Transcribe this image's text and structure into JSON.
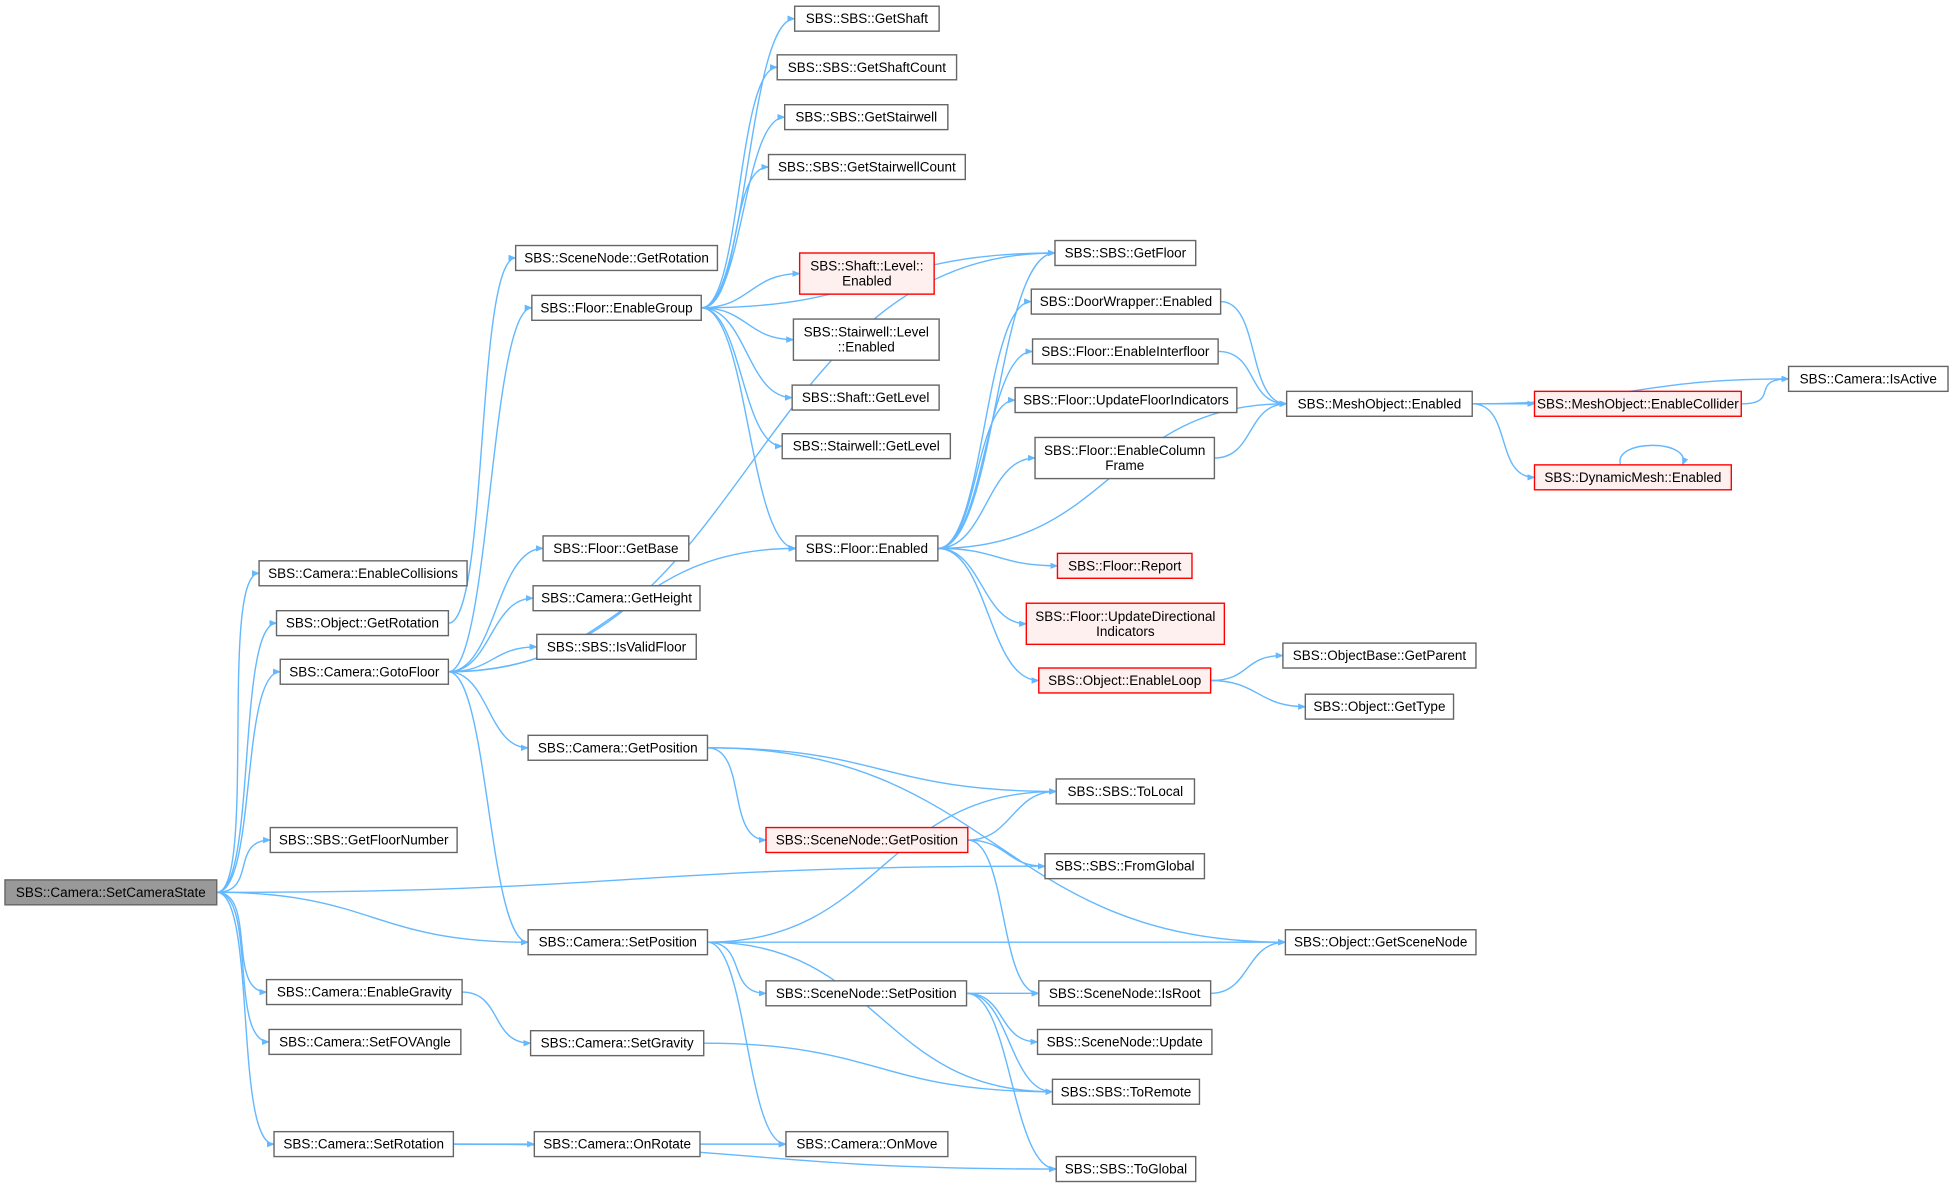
{
  "diagram": {
    "nodes": [
      {
        "id": "setcamerastate",
        "label": [
          "SBS::Camera::SetCameraState"
        ],
        "style": "root"
      },
      {
        "id": "enablecollisions",
        "label": [
          "SBS::Camera::EnableCollisions"
        ],
        "style": "normal"
      },
      {
        "id": "obj_getrotation",
        "label": [
          "SBS::Object::GetRotation"
        ],
        "style": "normal"
      },
      {
        "id": "gotofloor",
        "label": [
          "SBS::Camera::GotoFloor"
        ],
        "style": "normal"
      },
      {
        "id": "getfloornumber",
        "label": [
          "SBS::SBS::GetFloorNumber"
        ],
        "style": "normal"
      },
      {
        "id": "enablegravity",
        "label": [
          "SBS::Camera::EnableGravity"
        ],
        "style": "normal"
      },
      {
        "id": "setfovangle",
        "label": [
          "SBS::Camera::SetFOVAngle"
        ],
        "style": "normal"
      },
      {
        "id": "setrotation",
        "label": [
          "SBS::Camera::SetRotation"
        ],
        "style": "normal"
      },
      {
        "id": "sn_getrotation",
        "label": [
          "SBS::SceneNode::GetRotation"
        ],
        "style": "normal"
      },
      {
        "id": "enablegroup",
        "label": [
          "SBS::Floor::EnableGroup"
        ],
        "style": "normal"
      },
      {
        "id": "getbase",
        "label": [
          "SBS::Floor::GetBase"
        ],
        "style": "normal"
      },
      {
        "id": "getheight",
        "label": [
          "SBS::Camera::GetHeight"
        ],
        "style": "normal"
      },
      {
        "id": "isvalidfloor",
        "label": [
          "SBS::SBS::IsValidFloor"
        ],
        "style": "normal"
      },
      {
        "id": "cam_getposition",
        "label": [
          "SBS::Camera::GetPosition"
        ],
        "style": "normal"
      },
      {
        "id": "cam_setposition",
        "label": [
          "SBS::Camera::SetPosition"
        ],
        "style": "normal"
      },
      {
        "id": "setgravity",
        "label": [
          "SBS::Camera::SetGravity"
        ],
        "style": "normal"
      },
      {
        "id": "onrotate",
        "label": [
          "SBS::Camera::OnRotate"
        ],
        "style": "normal"
      },
      {
        "id": "getshaft",
        "label": [
          "SBS::SBS::GetShaft"
        ],
        "style": "normal"
      },
      {
        "id": "getshaftcount",
        "label": [
          "SBS::SBS::GetShaftCount"
        ],
        "style": "normal"
      },
      {
        "id": "getstairwell",
        "label": [
          "SBS::SBS::GetStairwell"
        ],
        "style": "normal"
      },
      {
        "id": "getstairwellcount",
        "label": [
          "SBS::SBS::GetStairwellCount"
        ],
        "style": "normal"
      },
      {
        "id": "shaftlevel_enabled",
        "label": [
          "SBS::Shaft::Level::",
          "Enabled"
        ],
        "style": "truncated"
      },
      {
        "id": "stairlevel_enabled",
        "label": [
          "SBS::Stairwell::Level",
          "::Enabled"
        ],
        "style": "normal"
      },
      {
        "id": "shaft_getlevel",
        "label": [
          "SBS::Shaft::GetLevel"
        ],
        "style": "normal"
      },
      {
        "id": "stair_getlevel",
        "label": [
          "SBS::Stairwell::GetLevel"
        ],
        "style": "normal"
      },
      {
        "id": "floor_enabled",
        "label": [
          "SBS::Floor::Enabled"
        ],
        "style": "normal"
      },
      {
        "id": "sn_getposition",
        "label": [
          "SBS::SceneNode::GetPosition"
        ],
        "style": "truncated"
      },
      {
        "id": "sn_setposition",
        "label": [
          "SBS::SceneNode::SetPosition"
        ],
        "style": "normal"
      },
      {
        "id": "onmove",
        "label": [
          "SBS::Camera::OnMove"
        ],
        "style": "normal"
      },
      {
        "id": "getfloor",
        "label": [
          "SBS::SBS::GetFloor"
        ],
        "style": "normal"
      },
      {
        "id": "door_enabled",
        "label": [
          "SBS::DoorWrapper::Enabled"
        ],
        "style": "normal"
      },
      {
        "id": "enableinterfloor",
        "label": [
          "SBS::Floor::EnableInterfloor"
        ],
        "style": "normal"
      },
      {
        "id": "updatefloorind",
        "label": [
          "SBS::Floor::UpdateFloorIndicators"
        ],
        "style": "normal"
      },
      {
        "id": "enablecolumnframe",
        "label": [
          "SBS::Floor::EnableColumn",
          "Frame"
        ],
        "style": "normal"
      },
      {
        "id": "report",
        "label": [
          "SBS::Floor::Report"
        ],
        "style": "truncated"
      },
      {
        "id": "updatedirind",
        "label": [
          "SBS::Floor::UpdateDirectional",
          "Indicators"
        ],
        "style": "truncated"
      },
      {
        "id": "enableloop",
        "label": [
          "SBS::Object::EnableLoop"
        ],
        "style": "truncated"
      },
      {
        "id": "tolocal",
        "label": [
          "SBS::SBS::ToLocal"
        ],
        "style": "normal"
      },
      {
        "id": "fromglobal",
        "label": [
          "SBS::SBS::FromGlobal"
        ],
        "style": "normal"
      },
      {
        "id": "isroot",
        "label": [
          "SBS::SceneNode::IsRoot"
        ],
        "style": "normal"
      },
      {
        "id": "sn_update",
        "label": [
          "SBS::SceneNode::Update"
        ],
        "style": "normal"
      },
      {
        "id": "toremote",
        "label": [
          "SBS::SBS::ToRemote"
        ],
        "style": "normal"
      },
      {
        "id": "toglobal",
        "label": [
          "SBS::SBS::ToGlobal"
        ],
        "style": "normal"
      },
      {
        "id": "meshobj_enabled",
        "label": [
          "SBS::MeshObject::Enabled"
        ],
        "style": "normal"
      },
      {
        "id": "getparent",
        "label": [
          "SBS::ObjectBase::GetParent"
        ],
        "style": "normal"
      },
      {
        "id": "gettype",
        "label": [
          "SBS::Object::GetType"
        ],
        "style": "normal"
      },
      {
        "id": "getscenenode",
        "label": [
          "SBS::Object::GetSceneNode"
        ],
        "style": "normal"
      },
      {
        "id": "enablecollider",
        "label": [
          "SBS::MeshObject::EnableCollider"
        ],
        "style": "truncated"
      },
      {
        "id": "dynmesh_enabled",
        "label": [
          "SBS::DynamicMesh::Enabled"
        ],
        "style": "truncated"
      },
      {
        "id": "isactive",
        "label": [
          "SBS::Camera::IsActive"
        ],
        "style": "normal"
      }
    ],
    "edges": [
      [
        "setcamerastate",
        "enablecollisions"
      ],
      [
        "setcamerastate",
        "obj_getrotation"
      ],
      [
        "setcamerastate",
        "gotofloor"
      ],
      [
        "setcamerastate",
        "getfloornumber"
      ],
      [
        "setcamerastate",
        "fromglobal"
      ],
      [
        "setcamerastate",
        "cam_setposition"
      ],
      [
        "setcamerastate",
        "enablegravity"
      ],
      [
        "setcamerastate",
        "setfovangle"
      ],
      [
        "setcamerastate",
        "setrotation"
      ],
      [
        "obj_getrotation",
        "sn_getrotation"
      ],
      [
        "gotofloor",
        "enablegroup"
      ],
      [
        "gotofloor",
        "getbase"
      ],
      [
        "gotofloor",
        "getheight"
      ],
      [
        "gotofloor",
        "isvalidfloor"
      ],
      [
        "gotofloor",
        "getfloor"
      ],
      [
        "gotofloor",
        "floor_enabled"
      ],
      [
        "gotofloor",
        "cam_getposition"
      ],
      [
        "gotofloor",
        "cam_setposition"
      ],
      [
        "enablegroup",
        "getshaft"
      ],
      [
        "enablegroup",
        "getshaftcount"
      ],
      [
        "enablegroup",
        "getstairwell"
      ],
      [
        "enablegroup",
        "getstairwellcount"
      ],
      [
        "enablegroup",
        "getfloor"
      ],
      [
        "enablegroup",
        "shaftlevel_enabled"
      ],
      [
        "enablegroup",
        "stairlevel_enabled"
      ],
      [
        "enablegroup",
        "shaft_getlevel"
      ],
      [
        "enablegroup",
        "stair_getlevel"
      ],
      [
        "enablegroup",
        "floor_enabled"
      ],
      [
        "floor_enabled",
        "getfloor"
      ],
      [
        "floor_enabled",
        "door_enabled"
      ],
      [
        "floor_enabled",
        "enableinterfloor"
      ],
      [
        "floor_enabled",
        "updatefloorind"
      ],
      [
        "floor_enabled",
        "enablecolumnframe"
      ],
      [
        "floor_enabled",
        "meshobj_enabled"
      ],
      [
        "floor_enabled",
        "report"
      ],
      [
        "floor_enabled",
        "updatedirind"
      ],
      [
        "floor_enabled",
        "enableloop"
      ],
      [
        "door_enabled",
        "meshobj_enabled"
      ],
      [
        "enableinterfloor",
        "meshobj_enabled"
      ],
      [
        "enablecolumnframe",
        "meshobj_enabled"
      ],
      [
        "meshobj_enabled",
        "isactive"
      ],
      [
        "meshobj_enabled",
        "enablecollider"
      ],
      [
        "meshobj_enabled",
        "dynmesh_enabled"
      ],
      [
        "enablecollider",
        "isactive"
      ],
      [
        "dynmesh_enabled",
        "dynmesh_enabled"
      ],
      [
        "enableloop",
        "getparent"
      ],
      [
        "enableloop",
        "gettype"
      ],
      [
        "cam_getposition",
        "getscenenode"
      ],
      [
        "cam_getposition",
        "tolocal"
      ],
      [
        "cam_getposition",
        "sn_getposition"
      ],
      [
        "sn_getposition",
        "tolocal"
      ],
      [
        "sn_getposition",
        "fromglobal"
      ],
      [
        "sn_getposition",
        "isroot"
      ],
      [
        "cam_setposition",
        "tolocal"
      ],
      [
        "cam_setposition",
        "getscenenode"
      ],
      [
        "cam_setposition",
        "sn_setposition"
      ],
      [
        "cam_setposition",
        "toremote"
      ],
      [
        "cam_setposition",
        "onmove"
      ],
      [
        "sn_setposition",
        "isroot"
      ],
      [
        "sn_setposition",
        "sn_update"
      ],
      [
        "sn_setposition",
        "toremote"
      ],
      [
        "sn_setposition",
        "toglobal"
      ],
      [
        "isroot",
        "getscenenode"
      ],
      [
        "enablegravity",
        "setgravity"
      ],
      [
        "setgravity",
        "toremote"
      ],
      [
        "setrotation",
        "onrotate"
      ],
      [
        "setrotation",
        "toglobal"
      ],
      [
        "onrotate",
        "onmove"
      ]
    ]
  }
}
